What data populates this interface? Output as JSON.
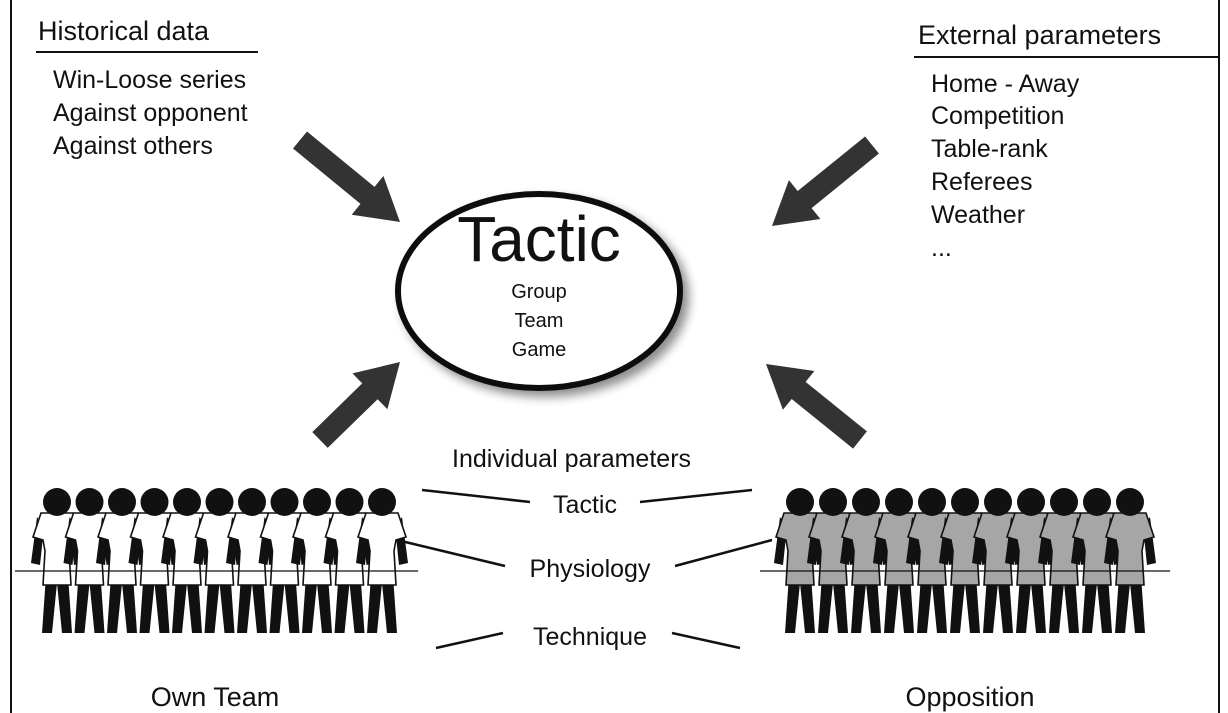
{
  "historical": {
    "title": "Historical data",
    "items": [
      "Win-Loose series",
      "Against opponent",
      "Against others"
    ]
  },
  "external": {
    "title": "External parameters",
    "items": [
      "Home - Away",
      "Competition",
      "Table-rank",
      "Referees",
      "Weather",
      "..."
    ]
  },
  "center": {
    "title": "Tactic",
    "items": [
      "Group",
      "Team",
      "Game"
    ]
  },
  "individual": {
    "title": "Individual parameters",
    "items": [
      "Tactic",
      "Physiology",
      "Technique"
    ]
  },
  "teams": {
    "own": {
      "label": "Own Team",
      "color": "#ffffff",
      "count": 11
    },
    "opposition": {
      "label": "Opposition",
      "color": "#a6a6a6",
      "count": 11
    }
  },
  "colors": {
    "ink": "#111111",
    "background": "#ffffff"
  }
}
